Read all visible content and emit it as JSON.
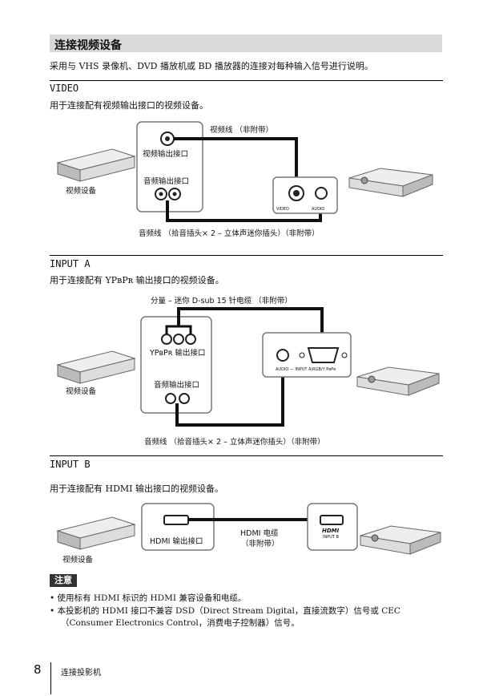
{
  "section": {
    "title": "连接视频设备",
    "intro": "采用与 VHS 录像机、DVD 播放机或 BD 播放器的连接对每种输入信号进行说明。"
  },
  "video": {
    "header": "VIDEO",
    "desc": "用于连接配有视频输出接口的视频设备。",
    "video_cable": "视频线 （非附带）",
    "video_out": "视频输出接口",
    "audio_out": "音频输出接口",
    "device": "视频设备",
    "port_video": "VIDEO",
    "port_audio": "AUDIO",
    "audio_cable": "音频线 （拾音插头× 2 – 立体声迷你插头）（非附带）"
  },
  "input_a": {
    "header": "INPUT A",
    "desc": "用于连接配有 YPʙPʀ 输出接口的视频设备。",
    "component_cable": "分量 – 迷你 D-sub 15 针电缆 （非附带）",
    "ypbpr_out": "YPʙPʀ 输出接口",
    "audio_out": "音频输出接口",
    "device": "视频设备",
    "port_label": "AUDIO — INPUT A/RGB/Y PʙPʀ",
    "audio_cable": "音频线 （拾音插头× 2 – 立体声迷你插头）（非附带）"
  },
  "input_b": {
    "header": "INPUT B",
    "desc": "用于连接配有 HDMI 输出接口的视频设备。",
    "hdmi_out": "HDMI 输出接口",
    "hdmi_cable_1": "HDMI 电缆",
    "hdmi_cable_2": "（非附带）",
    "device": "视频设备",
    "port_hdmi": "HDMI",
    "port_input": "INPUT B"
  },
  "notes": {
    "badge": "注意",
    "items": [
      "• 使用标有 HDMI 标识的 HDMI 兼容设备和电缆。",
      "• 本投影机的 HDMI 接口不兼容 DSD（Direct Stream Digital，直接流数字）信号或 CEC",
      "（Consumer Electronics Control，消费电子控制器）信号。"
    ]
  },
  "footer": {
    "page": "8",
    "text": "连接投影机"
  }
}
